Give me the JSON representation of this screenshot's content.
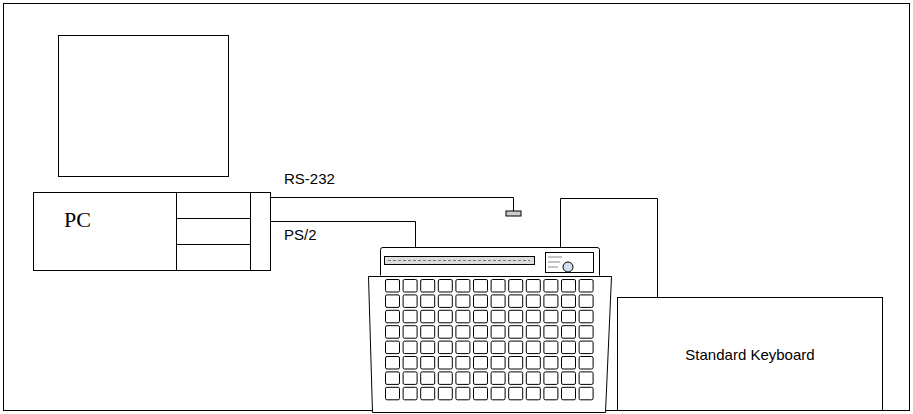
{
  "diagram": {
    "nodes": [
      {
        "text": [
          "PC"
        ]
      },
      {
        "text": [
          "Standard Keyboard"
        ]
      }
    ],
    "labels": [
      "RS-232",
      "PS/2"
    ]
  }
}
